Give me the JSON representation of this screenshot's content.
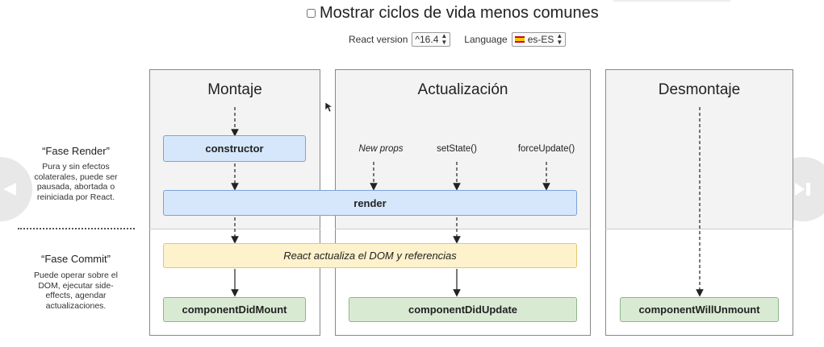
{
  "header": {
    "toggle_label": "Mostrar ciclos de vida menos comunes",
    "react_version_label": "React version",
    "react_version_value": "^16.4",
    "language_label": "Language",
    "language_value": "es-ES"
  },
  "columns": {
    "mount": "Montaje",
    "update": "Actualización",
    "unmount": "Desmontaje"
  },
  "phases": {
    "render_title": "“Fase Render”",
    "render_desc": "Pura y sin efectos colaterales, puede ser pausada, abortada o reiniciada por React.",
    "commit_title": "“Fase Commit”",
    "commit_desc": "Puede operar sobre el DOM, ejecutar side-effects, agendar actualizaciones."
  },
  "nodes": {
    "constructor": "constructor",
    "render": "render",
    "dom_update": "React actualiza el DOM y referencias",
    "did_mount": "componentDidMount",
    "did_update": "componentDidUpdate",
    "will_unmount": "componentWillUnmount"
  },
  "triggers": {
    "new_props": "New props",
    "set_state": "setState()",
    "force_update": "forceUpdate()"
  },
  "icons": {
    "prev": "chevron-left-icon",
    "next": "skip-next-icon"
  }
}
